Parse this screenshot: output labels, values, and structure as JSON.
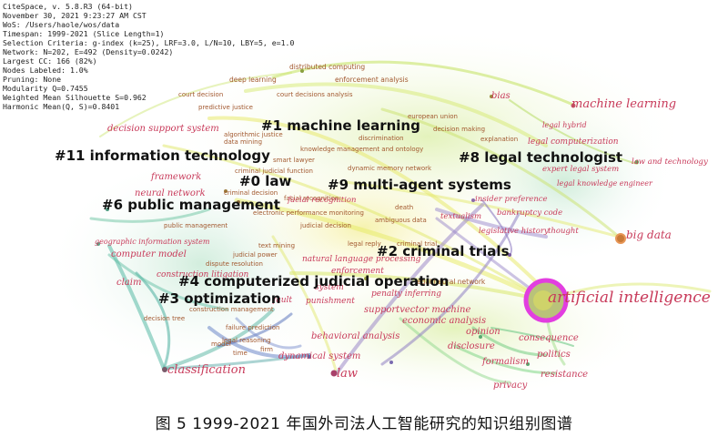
{
  "info_lines": [
    "CiteSpace, v. 5.8.R3 (64-bit)",
    "November 30, 2021 9:23:27 AM CST",
    "WoS: /Users/haole/wos/data",
    "Timespan: 1999-2021 (Slice Length=1)",
    "Selection Criteria: g-index (k=25), LRF=3.0, L/N=10, LBY=5, e=1.0",
    "Network: N=202, E=492 (Density=0.0242)",
    "Largest CC: 166 (82%)",
    "Nodes Labeled: 1.0%",
    "Pruning: None",
    "Modularity Q=0.7455",
    "Weighted Mean Silhouette S=0.962",
    "Harmonic Mean(Q, S)=0.8401"
  ],
  "clusters": [
    {
      "label": "#1 machine learning"
    },
    {
      "label": "#11 information technology"
    },
    {
      "label": "#8 legal technologist"
    },
    {
      "label": "#0 law"
    },
    {
      "label": "#9 multi-agent systems"
    },
    {
      "label": "#6 public management"
    },
    {
      "label": "#2 criminal trials"
    },
    {
      "label": "#4 computerized judicial operation"
    },
    {
      "label": "#3 optimization"
    }
  ],
  "major_keywords": [
    {
      "text": "artificial intelligence",
      "color": "#c83a5a"
    },
    {
      "text": "machine learning",
      "color": "#c83a5a"
    },
    {
      "text": "big data",
      "color": "#c83a5a"
    },
    {
      "text": "classification",
      "color": "#c83a5a"
    },
    {
      "text": "law",
      "color": "#c83a5a"
    }
  ],
  "keywords": [
    "bias",
    "legal hybrid",
    "legal computerization",
    "law and technology",
    "expert legal system",
    "legal knowledge engineer",
    "decision support system",
    "framework",
    "neural network",
    "computer model",
    "geographic information system",
    "claim",
    "decision tree",
    "construction management",
    "failure prediction",
    "legal reasoning",
    "dynamical system",
    "behavioral analysis",
    "economic analysis",
    "supportvector machine",
    "opinion",
    "disclosure",
    "consequence",
    "politics",
    "formalism",
    "resistance",
    "privacy",
    "textualism",
    "insider preference",
    "bankruptcy code",
    "legislative history",
    "thought",
    "judicial decision",
    "facial recognition",
    "electronic performance monitoring",
    "penalty inferring",
    "enforcement",
    "natural language processing",
    "punishment",
    "deep learning",
    "distributed computing",
    "enforcement analysis",
    "court decision",
    "predictive justice",
    "court decisions analysis",
    "european union",
    "algorithmic justice",
    "discrimination",
    "knowledge management and ontology",
    "decision making",
    "explanation",
    "dynamic memory network",
    "data mining",
    "smart lawyer",
    "criminal judicial function",
    "criminal decision",
    "public management",
    "text mining",
    "judicial power",
    "dispute resolution",
    "legal neural network",
    "ambiguous data",
    "death",
    "system",
    "fault",
    "legal reply",
    "criminal trial",
    "construction litigation",
    "time",
    "model",
    "firm"
  ],
  "caption": "图 5   1999-2021 年国外司法人工智能研究的知识组别图谱"
}
